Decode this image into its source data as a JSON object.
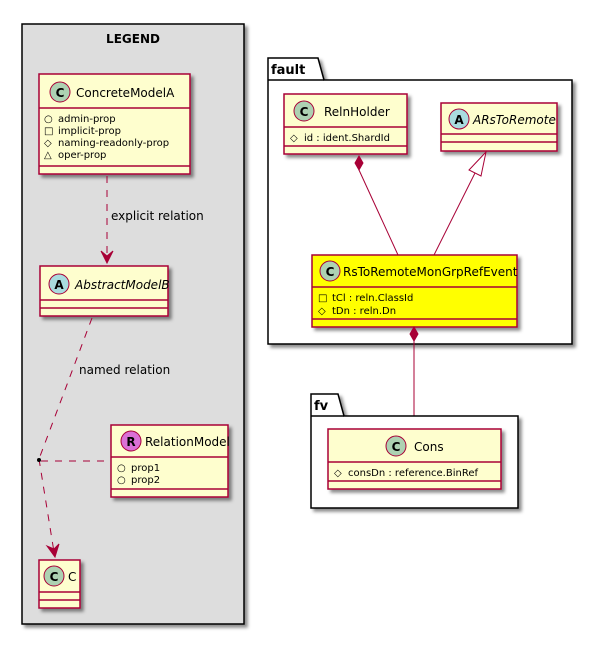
{
  "legend": {
    "title": "LEGEND",
    "concrete": {
      "stereotype": "C",
      "name": "ConcreteModelA",
      "props": [
        {
          "symbol": "○",
          "text": "admin-prop"
        },
        {
          "symbol": "□",
          "text": "implicit-prop"
        },
        {
          "symbol": "◇",
          "text": "naming-readonly-prop"
        },
        {
          "symbol": "△",
          "text": "oper-prop"
        }
      ]
    },
    "explicit_relation": "explicit relation",
    "abstract": {
      "stereotype": "A",
      "name": "AbstractModelB"
    },
    "named_relation": "named relation",
    "relation_model": {
      "stereotype": "R",
      "name": "RelationModel",
      "props": [
        {
          "symbol": "○",
          "text": "prop1"
        },
        {
          "symbol": "○",
          "text": "prop2"
        }
      ]
    },
    "c_class": {
      "stereotype": "C",
      "name": "C"
    }
  },
  "fault": {
    "package": "fault",
    "reln_holder": {
      "stereotype": "C",
      "name": "RelnHolder",
      "props": [
        {
          "symbol": "◇",
          "text": "id : ident.ShardId"
        }
      ]
    },
    "ars_to_remote": {
      "stereotype": "A",
      "name": "ARsToRemote"
    },
    "event": {
      "stereotype": "C",
      "name": "RsToRemoteMonGrpRefEvent",
      "props": [
        {
          "symbol": "□",
          "text": "tCl : reln.ClassId"
        },
        {
          "symbol": "◇",
          "text": "tDn : reln.Dn"
        }
      ]
    }
  },
  "fv": {
    "package": "fv",
    "cons": {
      "stereotype": "C",
      "name": "Cons",
      "props": [
        {
          "symbol": "◇",
          "text": "consDn : reference.BinRef"
        }
      ]
    }
  },
  "colors": {
    "class_fill": "#FEFECE",
    "class_border": "#A80036",
    "highlight_fill": "#FFFF00",
    "legend_fill": "#DDDDDD",
    "circle_c": "#ADD1B2",
    "circle_a": "#A9DCDF",
    "circle_r": "#DA70D6"
  }
}
